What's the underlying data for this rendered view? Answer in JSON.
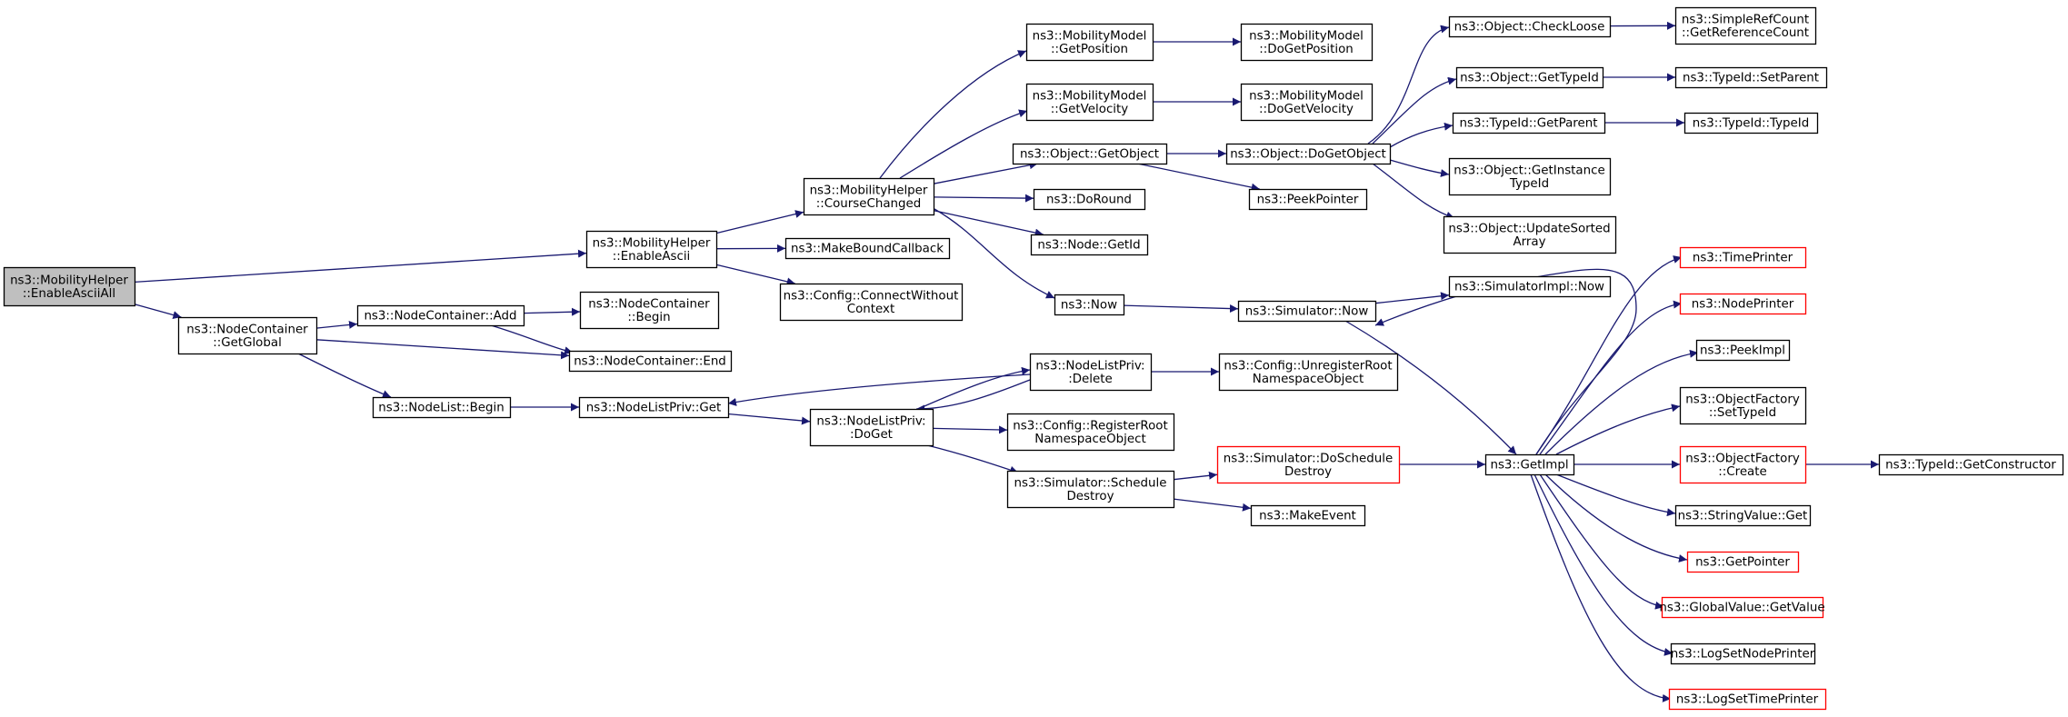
{
  "graph": {
    "colors": {
      "edge": "#191970",
      "border": "#000000",
      "truncated_border": "#ff0000",
      "root_fill": "#bfbfbf",
      "node_fill": "#ffffff"
    },
    "nodes": [
      {
        "id": "root",
        "lines": [
          "ns3::MobilityHelper",
          "::EnableAsciiAll"
        ],
        "style": "root"
      },
      {
        "id": "mh_enableascii",
        "lines": [
          "ns3::MobilityHelper",
          "::EnableAscii"
        ]
      },
      {
        "id": "nc_getglobal",
        "lines": [
          "ns3::NodeContainer",
          "::GetGlobal"
        ]
      },
      {
        "id": "mh_coursechanged",
        "lines": [
          "ns3::MobilityHelper",
          "::CourseChanged"
        ]
      },
      {
        "id": "makeboundcallback",
        "lines": [
          "ns3::MakeBoundCallback"
        ]
      },
      {
        "id": "config_connectwithoutcontext",
        "lines": [
          "ns3::Config::ConnectWithout",
          "Context"
        ]
      },
      {
        "id": "nc_add",
        "lines": [
          "ns3::NodeContainer::Add"
        ]
      },
      {
        "id": "nc_begin",
        "lines": [
          "ns3::NodeContainer",
          "::Begin"
        ]
      },
      {
        "id": "nc_end",
        "lines": [
          "ns3::NodeContainer::End"
        ]
      },
      {
        "id": "nl_begin",
        "lines": [
          "ns3::NodeList::Begin"
        ]
      },
      {
        "id": "nlp_get",
        "lines": [
          "ns3::NodeListPriv::Get"
        ]
      },
      {
        "id": "nlp_doget",
        "lines": [
          "ns3::NodeListPriv:",
          ":DoGet"
        ]
      },
      {
        "id": "nlp_delete",
        "lines": [
          "ns3::NodeListPriv:",
          ":Delete"
        ]
      },
      {
        "id": "config_registerroot",
        "lines": [
          "ns3::Config::RegisterRoot",
          "NamespaceObject"
        ]
      },
      {
        "id": "config_unregisterroot",
        "lines": [
          "ns3::Config::UnregisterRoot",
          "NamespaceObject"
        ]
      },
      {
        "id": "sim_scheduledestroy",
        "lines": [
          "ns3::Simulator::Schedule",
          "Destroy"
        ]
      },
      {
        "id": "sim_doscheduledestroy",
        "lines": [
          "ns3::Simulator::DoSchedule",
          "Destroy"
        ],
        "style": "truncated"
      },
      {
        "id": "makeevent",
        "lines": [
          "ns3::MakeEvent"
        ]
      },
      {
        "id": "mm_getposition",
        "lines": [
          "ns3::MobilityModel",
          "::GetPosition"
        ]
      },
      {
        "id": "mm_dogetposition",
        "lines": [
          "ns3::MobilityModel",
          "::DoGetPosition"
        ]
      },
      {
        "id": "mm_getvelocity",
        "lines": [
          "ns3::MobilityModel",
          "::GetVelocity"
        ]
      },
      {
        "id": "mm_dogetvelocity",
        "lines": [
          "ns3::MobilityModel",
          "::DoGetVelocity"
        ]
      },
      {
        "id": "obj_getobject",
        "lines": [
          "ns3::Object::GetObject"
        ]
      },
      {
        "id": "obj_dogetobject",
        "lines": [
          "ns3::Object::DoGetObject"
        ]
      },
      {
        "id": "peekpointer",
        "lines": [
          "ns3::PeekPointer"
        ]
      },
      {
        "id": "doround",
        "lines": [
          "ns3::DoRound"
        ]
      },
      {
        "id": "node_getid",
        "lines": [
          "ns3::Node::GetId"
        ]
      },
      {
        "id": "now",
        "lines": [
          "ns3::Now"
        ]
      },
      {
        "id": "sim_now",
        "lines": [
          "ns3::Simulator::Now"
        ]
      },
      {
        "id": "simimpl_now",
        "lines": [
          "ns3::SimulatorImpl::Now"
        ]
      },
      {
        "id": "obj_checkloose",
        "lines": [
          "ns3::Object::CheckLoose"
        ]
      },
      {
        "id": "simplerefcount",
        "lines": [
          "ns3::SimpleRefCount",
          "::GetReferenceCount"
        ]
      },
      {
        "id": "obj_gettypeid",
        "lines": [
          "ns3::Object::GetTypeId"
        ]
      },
      {
        "id": "typeid_setparent",
        "lines": [
          "ns3::TypeId::SetParent"
        ]
      },
      {
        "id": "typeid_getparent",
        "lines": [
          "ns3::TypeId::GetParent"
        ]
      },
      {
        "id": "typeid_typeid",
        "lines": [
          "ns3::TypeId::TypeId"
        ]
      },
      {
        "id": "obj_getinstancetypeid",
        "lines": [
          "ns3::Object::GetInstance",
          "TypeId"
        ]
      },
      {
        "id": "obj_updatesortedarray",
        "lines": [
          "ns3::Object::UpdateSorted",
          "Array"
        ]
      },
      {
        "id": "getimpl",
        "lines": [
          "ns3::GetImpl"
        ]
      },
      {
        "id": "timeprinter",
        "lines": [
          "ns3::TimePrinter"
        ],
        "style": "truncated"
      },
      {
        "id": "nodeprinter",
        "lines": [
          "ns3::NodePrinter"
        ],
        "style": "truncated"
      },
      {
        "id": "peekimpl",
        "lines": [
          "ns3::PeekImpl"
        ]
      },
      {
        "id": "of_settypeid",
        "lines": [
          "ns3::ObjectFactory",
          "::SetTypeId"
        ]
      },
      {
        "id": "of_create",
        "lines": [
          "ns3::ObjectFactory",
          "::Create"
        ],
        "style": "truncated"
      },
      {
        "id": "typeid_getconstructor",
        "lines": [
          "ns3::TypeId::GetConstructor"
        ]
      },
      {
        "id": "stringvalue_get",
        "lines": [
          "ns3::StringValue::Get"
        ]
      },
      {
        "id": "getpointer",
        "lines": [
          "ns3::GetPointer"
        ],
        "style": "truncated"
      },
      {
        "id": "globalvalue_getvalue",
        "lines": [
          "ns3::GlobalValue::GetValue"
        ],
        "style": "truncated"
      },
      {
        "id": "logsetnodeprinter",
        "lines": [
          "ns3::LogSetNodePrinter"
        ]
      },
      {
        "id": "logsettimeprinter",
        "lines": [
          "ns3::LogSetTimePrinter"
        ],
        "style": "truncated"
      }
    ],
    "edges": [
      [
        "root",
        "mh_enableascii"
      ],
      [
        "root",
        "nc_getglobal"
      ],
      [
        "mh_enableascii",
        "mh_coursechanged"
      ],
      [
        "mh_enableascii",
        "makeboundcallback"
      ],
      [
        "mh_enableascii",
        "config_connectwithoutcontext"
      ],
      [
        "nc_getglobal",
        "nc_add"
      ],
      [
        "nc_getglobal",
        "nc_end"
      ],
      [
        "nc_getglobal",
        "nl_begin"
      ],
      [
        "nc_add",
        "nc_begin"
      ],
      [
        "nc_add",
        "nc_end"
      ],
      [
        "nl_begin",
        "nlp_get"
      ],
      [
        "nlp_get",
        "nlp_doget"
      ],
      [
        "nlp_doget",
        "nlp_delete"
      ],
      [
        "nlp_doget",
        "config_registerroot"
      ],
      [
        "nlp_doget",
        "sim_scheduledestroy"
      ],
      [
        "nlp_delete",
        "nlp_get"
      ],
      [
        "nlp_delete",
        "nlp_doget"
      ],
      [
        "nlp_delete",
        "config_unregisterroot"
      ],
      [
        "sim_scheduledestroy",
        "sim_doscheduledestroy"
      ],
      [
        "sim_scheduledestroy",
        "makeevent"
      ],
      [
        "sim_doscheduledestroy",
        "getimpl"
      ],
      [
        "mh_coursechanged",
        "mm_getposition"
      ],
      [
        "mh_coursechanged",
        "mm_getvelocity"
      ],
      [
        "mh_coursechanged",
        "obj_getobject"
      ],
      [
        "mh_coursechanged",
        "doround"
      ],
      [
        "mh_coursechanged",
        "node_getid"
      ],
      [
        "mh_coursechanged",
        "now"
      ],
      [
        "mm_getposition",
        "mm_dogetposition"
      ],
      [
        "mm_getvelocity",
        "mm_dogetvelocity"
      ],
      [
        "obj_getobject",
        "obj_dogetobject"
      ],
      [
        "obj_getobject",
        "peekpointer"
      ],
      [
        "obj_dogetobject",
        "obj_checkloose"
      ],
      [
        "obj_dogetobject",
        "obj_gettypeid"
      ],
      [
        "obj_dogetobject",
        "typeid_getparent"
      ],
      [
        "obj_dogetobject",
        "obj_getinstancetypeid"
      ],
      [
        "obj_dogetobject",
        "obj_updatesortedarray"
      ],
      [
        "obj_checkloose",
        "simplerefcount"
      ],
      [
        "obj_gettypeid",
        "typeid_setparent"
      ],
      [
        "typeid_getparent",
        "typeid_typeid"
      ],
      [
        "now",
        "sim_now"
      ],
      [
        "sim_now",
        "simimpl_now"
      ],
      [
        "sim_now",
        "getimpl"
      ],
      [
        "getimpl",
        "sim_now"
      ],
      [
        "getimpl",
        "timeprinter"
      ],
      [
        "getimpl",
        "nodeprinter"
      ],
      [
        "getimpl",
        "peekimpl"
      ],
      [
        "getimpl",
        "of_settypeid"
      ],
      [
        "getimpl",
        "of_create"
      ],
      [
        "getimpl",
        "stringvalue_get"
      ],
      [
        "getimpl",
        "getpointer"
      ],
      [
        "getimpl",
        "globalvalue_getvalue"
      ],
      [
        "getimpl",
        "logsetnodeprinter"
      ],
      [
        "getimpl",
        "logsettimeprinter"
      ],
      [
        "of_create",
        "typeid_getconstructor"
      ]
    ]
  }
}
